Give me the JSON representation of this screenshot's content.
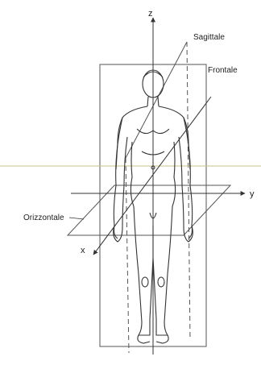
{
  "diagram": {
    "axes": {
      "z": "z",
      "y": "y",
      "x": "x"
    },
    "planes": {
      "sagittal": "Sagittale",
      "frontal": "Frontale",
      "horizontal": "Orizzontale"
    }
  }
}
